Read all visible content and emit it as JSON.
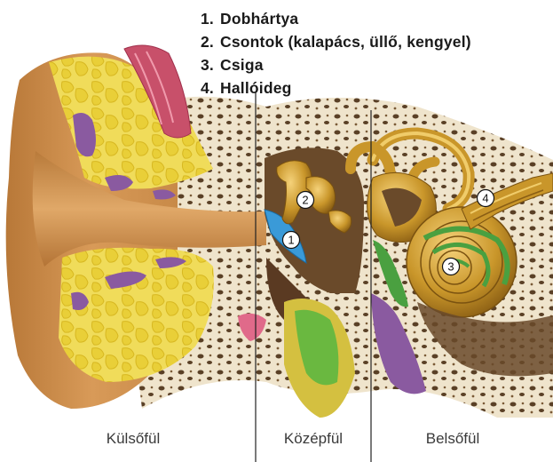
{
  "legend": {
    "items": [
      {
        "number": "1.",
        "label": "Dobhártya"
      },
      {
        "number": "2.",
        "label": "Csontok (kalapács, üllő, kengyel)"
      },
      {
        "number": "3.",
        "label": "Csiga"
      },
      {
        "number": "4.",
        "label": "Hallóideg"
      }
    ]
  },
  "callouts": [
    "1",
    "2",
    "3",
    "4"
  ],
  "regions": [
    "Külsőfül",
    "Középfül",
    "Belsőfül"
  ],
  "colors": {
    "skin": "#c98a4a",
    "fat": "#e8d44a",
    "purple_tissue": "#8a5aa0",
    "muscle": "#c8506a",
    "bone": "#efe6d0",
    "dark_cavity": "#6a4a2a",
    "eardrum": "#3a9ad8",
    "gold": "#c9982a",
    "green": "#4aa040",
    "divider": "#222222"
  }
}
